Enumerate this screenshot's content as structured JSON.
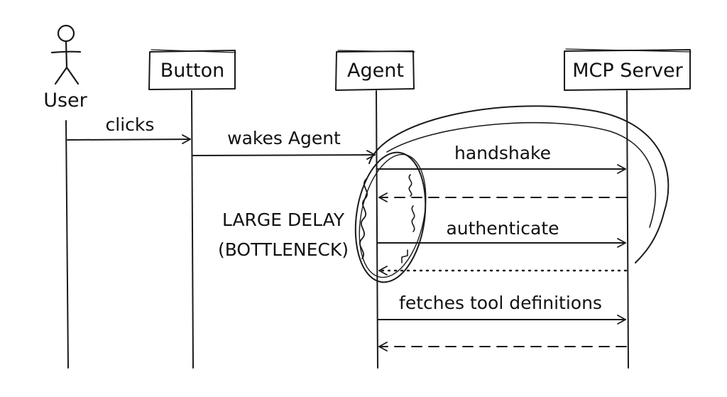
{
  "diagram": {
    "type": "sequence-diagram",
    "participants": [
      {
        "id": "user",
        "label": "User",
        "kind": "actor"
      },
      {
        "id": "button",
        "label": "Button",
        "kind": "box"
      },
      {
        "id": "agent",
        "label": "Agent",
        "kind": "box"
      },
      {
        "id": "mcp",
        "label": "MCP Server",
        "kind": "box"
      }
    ],
    "messages": [
      {
        "from": "user",
        "to": "button",
        "label": "clicks",
        "style": "solid"
      },
      {
        "from": "button",
        "to": "agent",
        "label": "wakes Agent",
        "style": "solid"
      },
      {
        "from": "agent",
        "to": "mcp",
        "label": "handshake",
        "style": "solid"
      },
      {
        "from": "mcp",
        "to": "agent",
        "label": "",
        "style": "dashed"
      },
      {
        "from": "agent",
        "to": "mcp",
        "label": "authenticate",
        "style": "solid"
      },
      {
        "from": "mcp",
        "to": "agent",
        "label": "",
        "style": "dotted"
      },
      {
        "from": "agent",
        "to": "mcp",
        "label": "fetches tool definitions",
        "style": "solid"
      },
      {
        "from": "mcp",
        "to": "agent",
        "label": "",
        "style": "dashed"
      }
    ],
    "annotation": {
      "lines": [
        "LARGE DELAY",
        "(BOTTLENECK)"
      ]
    },
    "colors": {
      "ink": "#1a1a1a",
      "background": "#ffffff"
    }
  }
}
